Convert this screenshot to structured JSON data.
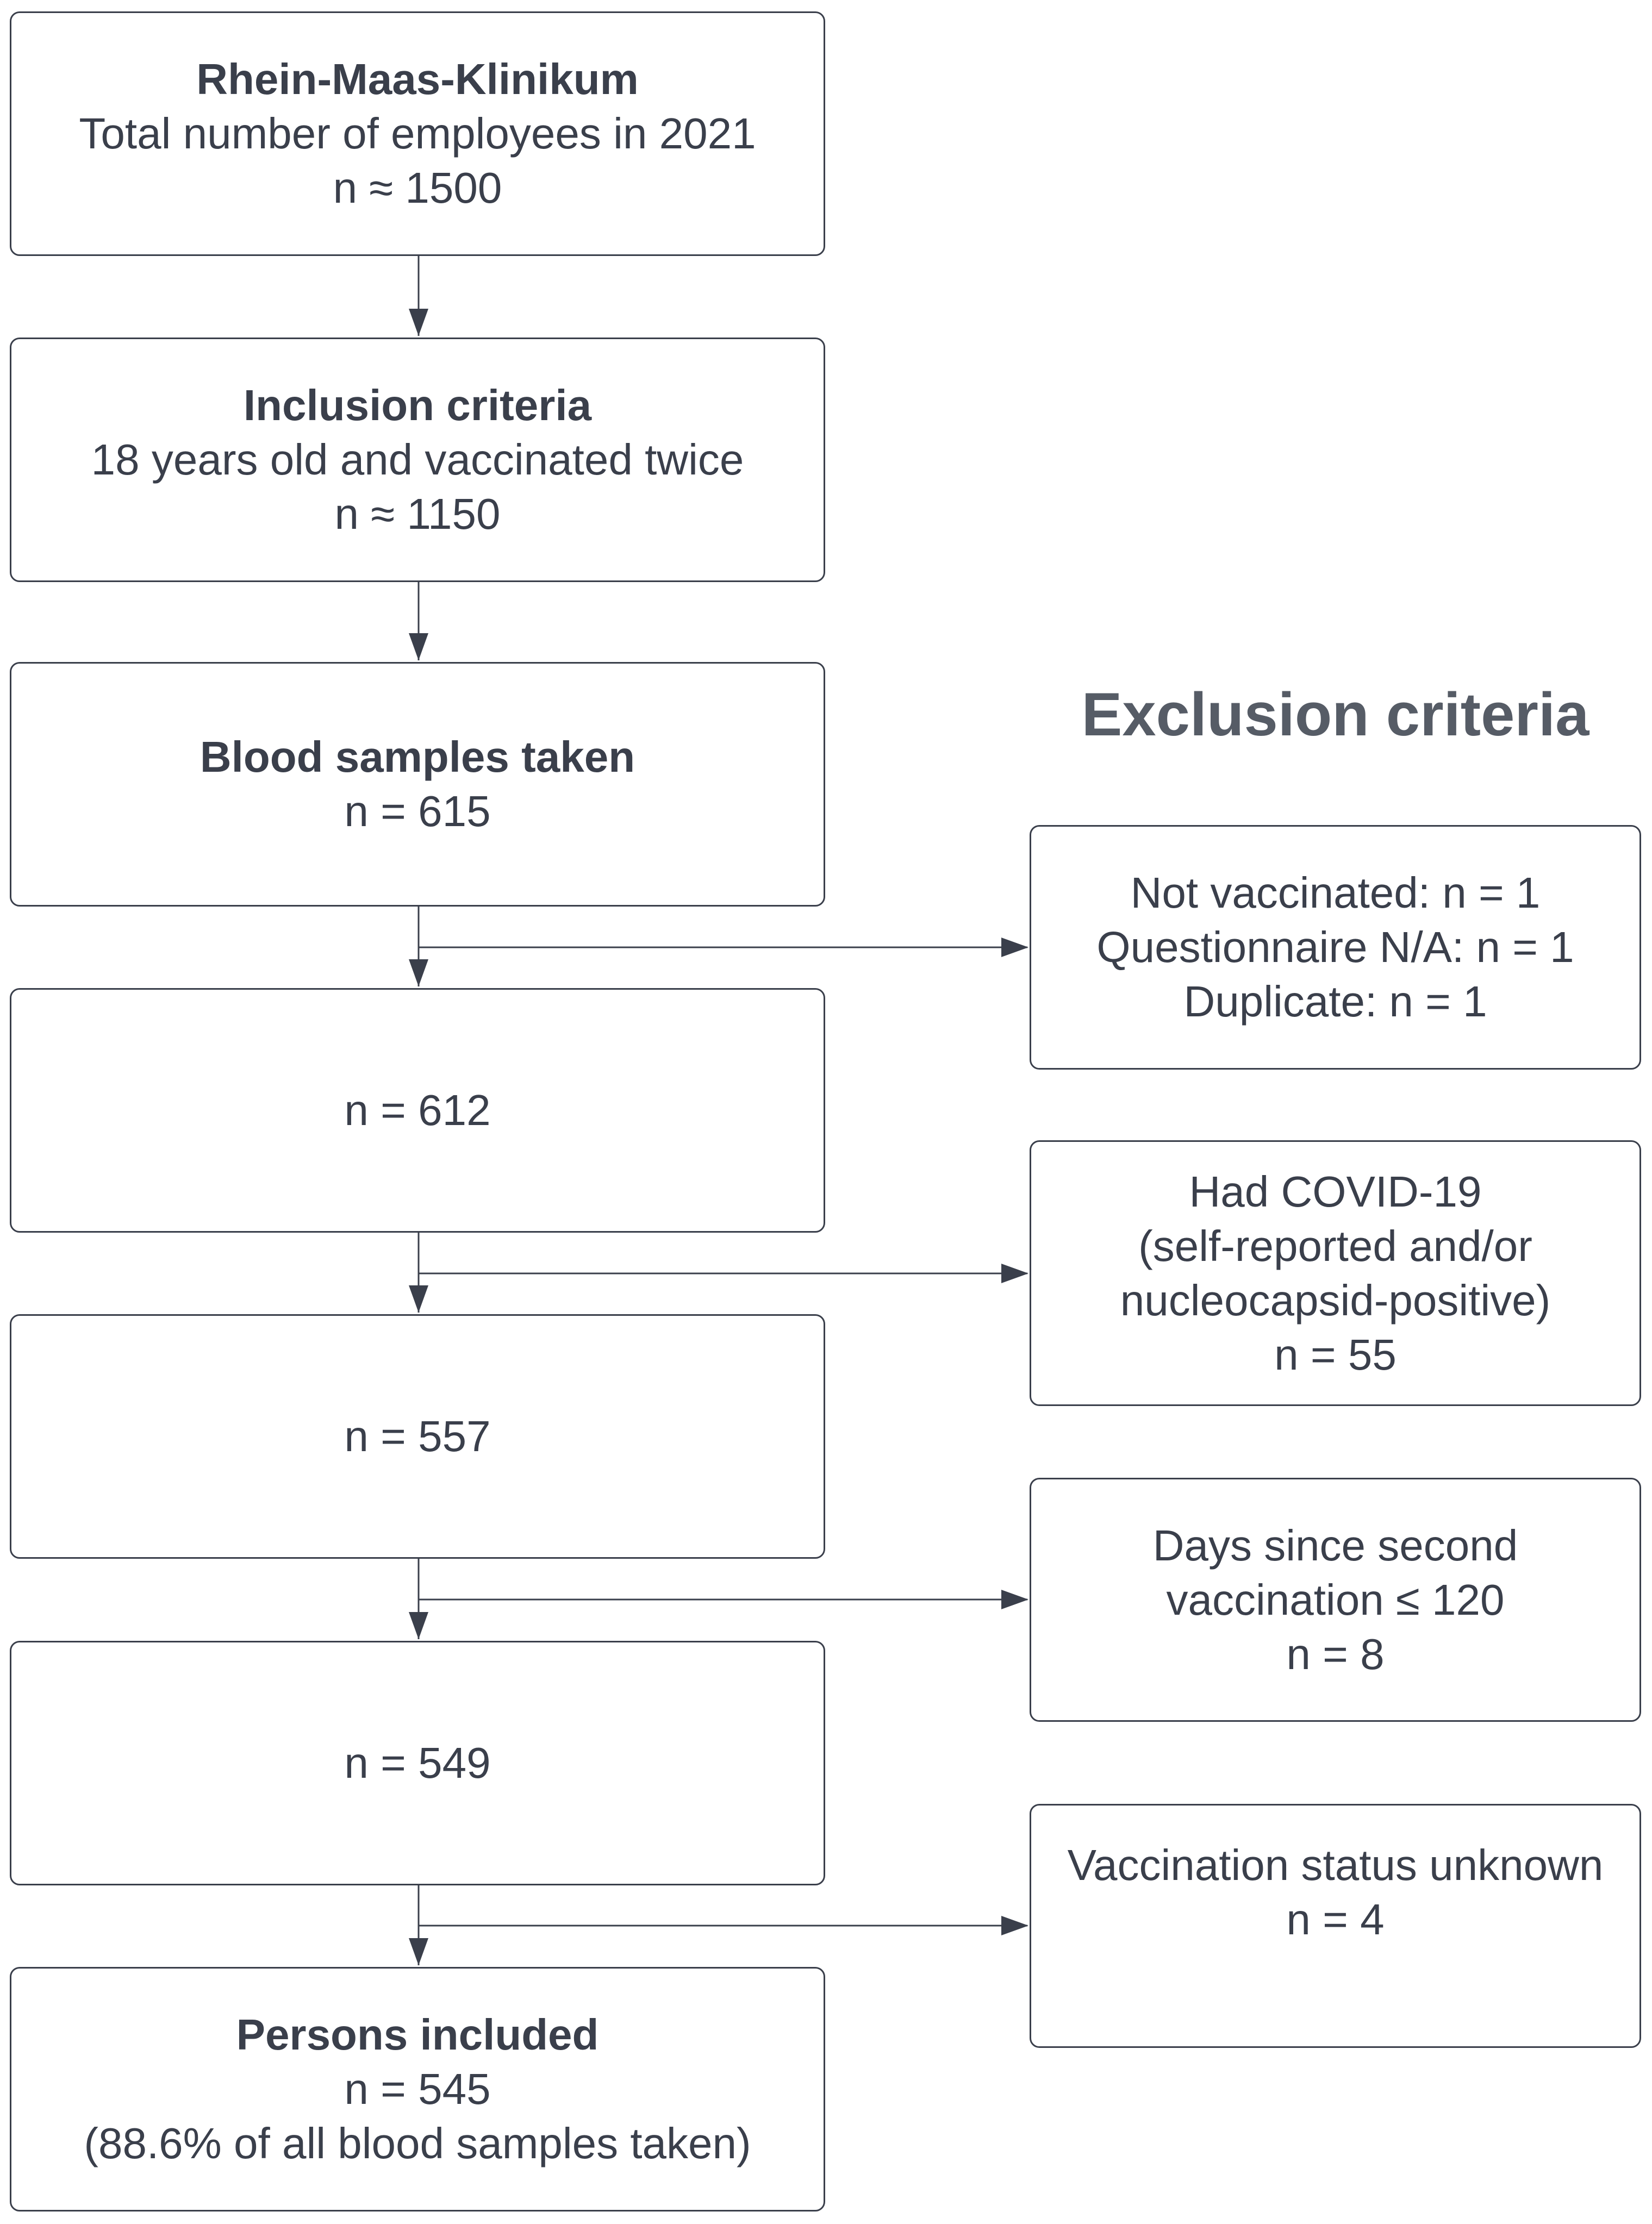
{
  "main_boxes": [
    {
      "title": "Rhein-Maas-Klinikum",
      "lines": [
        "Total number of employees in 2021",
        "n ≈ 1500"
      ]
    },
    {
      "title": "Inclusion criteria",
      "lines": [
        "18 years old and vaccinated twice",
        "n ≈ 1150"
      ]
    },
    {
      "title": "Blood samples taken",
      "lines": [
        "n = 615"
      ]
    },
    {
      "title": "",
      "lines": [
        "n = 612"
      ]
    },
    {
      "title": "",
      "lines": [
        "n = 557"
      ]
    },
    {
      "title": "",
      "lines": [
        "n = 549"
      ]
    },
    {
      "title": "Persons included",
      "lines": [
        "n = 545",
        "(88.6% of all blood samples taken)"
      ]
    }
  ],
  "exclusion": {
    "title": "Exclusion criteria",
    "boxes": [
      {
        "lines": [
          "Not vaccinated: n = 1",
          "Questionnaire N/A: n = 1",
          "Duplicate: n = 1"
        ]
      },
      {
        "lines": [
          "Had COVID-19",
          "(self-reported and/or",
          "nucleocapsid-positive)",
          "n = 55"
        ]
      },
      {
        "lines": [
          "Days since second",
          "vaccination ≤ 120",
          "n = 8"
        ]
      },
      {
        "lines": [
          "Vaccination status unknown",
          "n = 4"
        ]
      }
    ]
  },
  "colors": {
    "stroke": "#3a3f4b",
    "text": "#3a3f4b",
    "title": "#565c66"
  }
}
